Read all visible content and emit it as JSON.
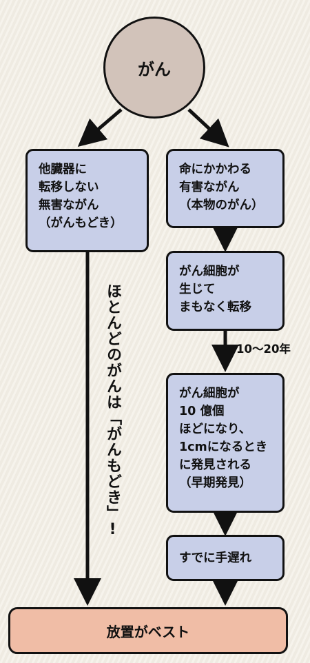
{
  "root": {
    "label": "がん"
  },
  "left_branch": {
    "label": "他臓器に\n転移しない\n無害ながん\n（がんもどき）"
  },
  "right_branch": {
    "steps": [
      "命にかかわる\n有害ながん\n（本物のがん）",
      "がん細胞が\n生じて\nまもなく転移",
      "がん細胞が\n10 億個\nほどになり、\n1cmになるとき\nに発見される\n（早期発見）",
      "すでに手遅れ"
    ],
    "interval_label": "10〜20年"
  },
  "left_annotation": "ほとんどのがんは「がんもどき」!",
  "result": {
    "label": "放置がベスト"
  },
  "colors": {
    "background": "#f3efe6",
    "root_fill": "#d2c3ba",
    "box_fill": "#c8cfe8",
    "result_fill": "#f0bda6",
    "stroke": "#111111"
  }
}
